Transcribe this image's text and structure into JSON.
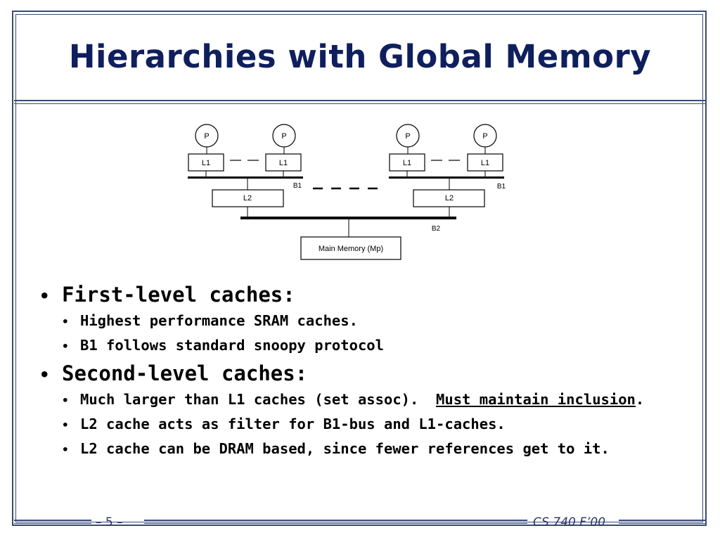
{
  "slide": {
    "title": "Hierarchies with Global Memory",
    "page_number": "– 5 –",
    "course_label": "CS 740 F’00"
  },
  "diagram": {
    "processor_label": "P",
    "l1_label": "L1",
    "l2_label": "L2",
    "bus_b1_label": "B1",
    "bus_b2_label": "B2",
    "memory_label": "Main Memory (Mp)"
  },
  "bullets": [
    {
      "text": "First-level caches:",
      "sub": [
        {
          "text": "Highest performance SRAM caches."
        },
        {
          "text": "B1 follows standard snoopy protocol"
        }
      ]
    },
    {
      "text": "Second-level caches:",
      "sub": [
        {
          "text": "Much larger than L1 caches (set assoc).  ",
          "emphasis": "Must maintain inclusion",
          "tail": "."
        },
        {
          "text": "L2 cache acts as filter for B1-bus and L1-caches."
        },
        {
          "text": "L2 cache can be DRAM based, since fewer references get to it."
        }
      ]
    }
  ],
  "colors": {
    "title": "#0f1f5e",
    "frame": "#3a4a73"
  }
}
